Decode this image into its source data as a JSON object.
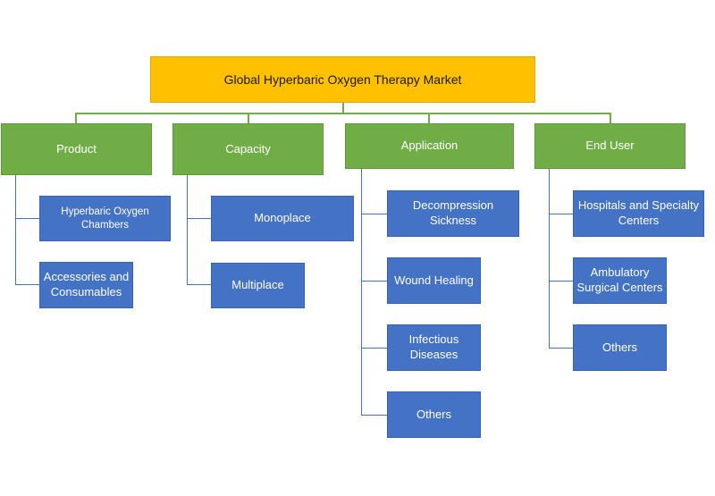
{
  "title": "Global Hyperbaric Oxygen Therapy Market",
  "categories": [
    {
      "label": "Product",
      "children": [
        "Hyperbaric Oxygen Chambers",
        "Accessories and Consumables"
      ]
    },
    {
      "label": "Capacity",
      "children": [
        "Monoplace",
        "Multiplace"
      ]
    },
    {
      "label": "Application",
      "children": [
        "Decompression Sickness",
        "Wound Healing",
        "Infectious Diseases",
        "Others"
      ]
    },
    {
      "label": "End User",
      "children": [
        "Hospitals and Specialty Centers",
        "Ambulatory Surgical Centers",
        "Others"
      ]
    }
  ],
  "colors": {
    "root": "#ffc000",
    "category": "#70ad47",
    "leaf": "#4472c4",
    "connector_top": "#70ad47",
    "connector_branch": "#4472c4"
  }
}
